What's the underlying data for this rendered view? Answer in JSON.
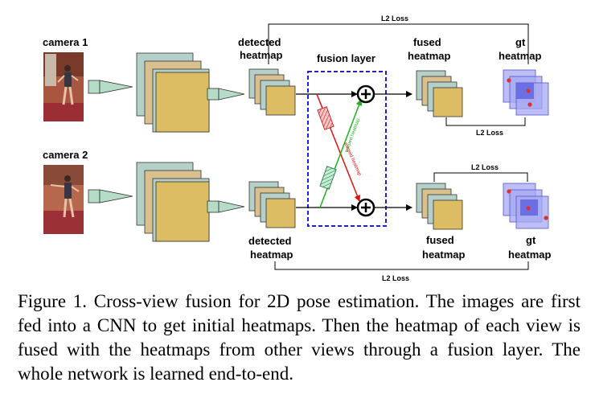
{
  "labels": {
    "camera1": "camera 1",
    "camera2": "camera 2",
    "detected_top_1": "detected",
    "detected_top_2": "heatmap",
    "detected_bot_1": "detected",
    "detected_bot_2": "heatmap",
    "fusion": "fusion layer",
    "fused_top_1": "fused",
    "fused_top_2": "heatmap",
    "fused_bot_1": "fused",
    "fused_bot_2": "heatmap",
    "gt_top_1": "gt",
    "gt_top_2": "heatmap",
    "gt_bot_1": "gt",
    "gt_bot_2": "heatmap",
    "warped_green": "warped heatmap",
    "warped_red": "warped heatmap"
  },
  "losses": {
    "top": "L2 Loss",
    "middle": "L2 Loss",
    "upper_bottom": "L2 Loss",
    "bottom": "L2 Loss"
  },
  "colors": {
    "layer_teal": "#b5cfc9",
    "layer_tan": "#d9c08e",
    "layer_front": "#ddbd63",
    "arrow_teal": "#b5dcc6",
    "gt_purple": "#a7a8f2",
    "fusion_border": "#1f1fd6",
    "warp_red": "#e01010",
    "warp_green": "#1ab31a",
    "joint_red": "#e0302c"
  },
  "caption": "Figure 1. Cross-view fusion for 2D pose estimation. The images are first fed into a CNN to get initial heatmaps. Then the heatmap of each view is fused with the heatmaps from other views through a fusion layer. The whole network is learned end-to-end."
}
